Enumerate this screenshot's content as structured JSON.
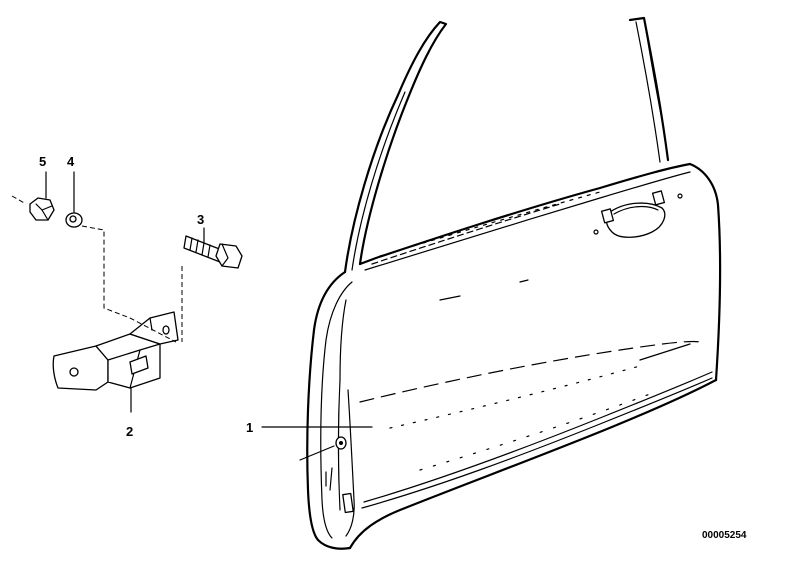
{
  "diagram": {
    "callouts": [
      {
        "id": "1",
        "label": "1"
      },
      {
        "id": "2",
        "label": "2"
      },
      {
        "id": "3",
        "label": "3"
      },
      {
        "id": "4",
        "label": "4"
      },
      {
        "id": "5",
        "label": "5"
      }
    ],
    "part_number": "00005254"
  }
}
